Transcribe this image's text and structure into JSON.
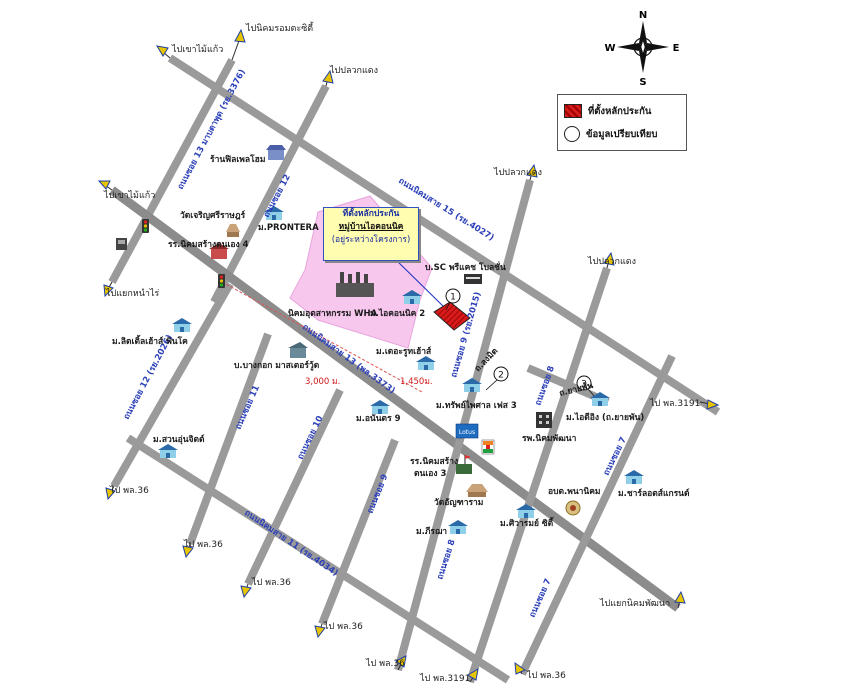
{
  "compass": {
    "n": "N",
    "s": "S",
    "e": "E",
    "w": "W"
  },
  "legend": {
    "subject_label": "ที่ตั้งหลักประกัน",
    "comparable_label": "ข้อมูลเปรียบเทียบ"
  },
  "callout": {
    "line1": "ที่ตั้งหลักประกัน",
    "line2": "หมู่บ้านไอคอนนิค",
    "line3": "(อยู่ระหว่างโครงการ)"
  },
  "destinations": {
    "d1": "ไปนิคมรอมตะซิตี้",
    "d2": "ไปเขาไม้แก้ว",
    "d3": "ไปปลวกแดง",
    "d4": "ไปเขาไม้แก้ว",
    "d5": "ไปแยกหนำไร่",
    "d6": "ไปปลวกแดง",
    "d7": "ไปปลวกแดง",
    "d8": "ไป พล.3191",
    "d9": "ไป พล.36",
    "d10": "ไป พล.36",
    "d11": "ไป พล.36",
    "d12": "ไป พล.36",
    "d13": "ไป พล.36",
    "d14": "ไป พล.3191",
    "d15": "ไป พล.36",
    "d16": "ไปแยกนิคมพัฒนา"
  },
  "roads": {
    "r1": "ถนนซอย 13 มาบตาพุด (รย.3376)",
    "r2": "ถนนซอย 12",
    "r3": "ถนนนิคมสาย 15 (รย.4027)",
    "r4": "ถนนนิคมสาย 13 (พล.3373)",
    "r5": "ถนนซอย 12 (รย.2026)",
    "r6": "ถนนซอย 11",
    "r7": "ถนนซอย 10",
    "r8": "ถนนซอย 9",
    "r9": "ถนนซอย 9 (รย.2015)",
    "r10": "ถนนซอย 8",
    "r11": "ถนนซอย 7",
    "r12": "ถนนนิคมสาย 11 (รย.4034)",
    "r13": "ถนนซอย 8",
    "r14": "ถนนซอย 7"
  },
  "places": {
    "p1": "ร้านฟิลเพลโฮม",
    "p2": "วัดเจริญศรีราษฎร์",
    "p3": "ม.PRONTERA",
    "p4": "รร.นิคมสร้างตนเอง 4",
    "p5": "นิคมอุตสาหกรรม WHA",
    "p6": "บ.SC พรีแคช โบลชั่น",
    "p7": "ม.ไอคอนนิค 2",
    "p8": "ม.ลิตเติ้ลเฮ้าส์ พินโค",
    "p9": "บ.บางกอก มาสเตอร์วู้ด",
    "p10": "ม.เดอะรูทเฮ้าส์",
    "p11": "ถ.ลงมิต",
    "p12": "ม.ทรัพย์ไพศาล เฟส 3",
    "p13": "ถ.ยายพัน",
    "p14": "ม.ไอดีอิง (ถ.ยายพัน)",
    "p15": "ม.อนันตร 9",
    "p16": "รพ.นิคมพัฒนา",
    "p17": "ม.สวนอุ่นจิตต์",
    "p18": "รร.นิคมสร้าง",
    "p19": "ตนเอง 3",
    "p20": "วัดอัญฑาราม",
    "p21": "อบต.พนานิคม",
    "p22": "ม.ชาร์ลอตส์แกรนด์",
    "p23": "ม.ศิวารมย์ ซิตี้",
    "p24": "ม.ภีรฌา",
    "lotus": "Lotus"
  },
  "distances": {
    "d1": "3,000 ม.",
    "d2": "1,450ม."
  },
  "markers": {
    "m1": "1",
    "m2": "2",
    "m3": "3"
  }
}
